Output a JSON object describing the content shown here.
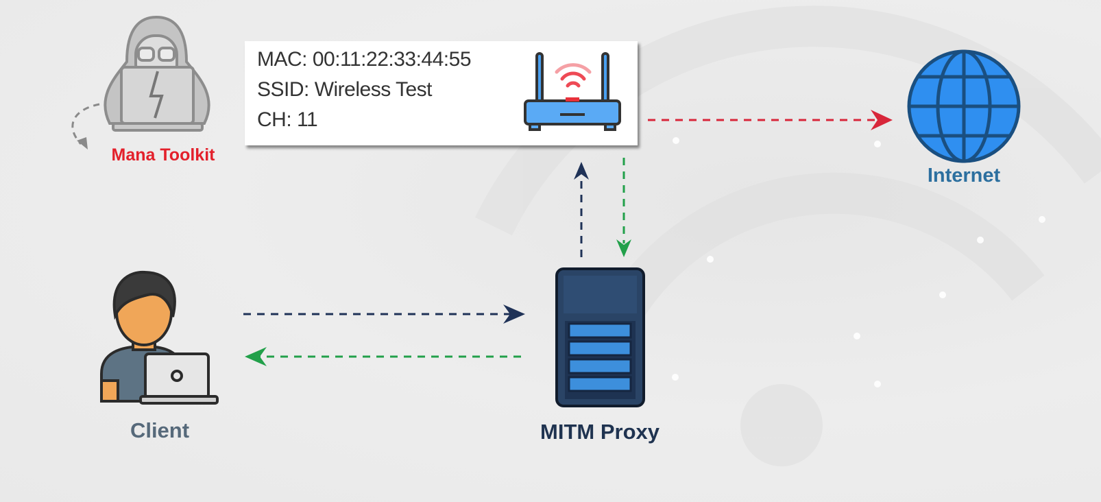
{
  "attacker": {
    "label": "Mana Toolkit",
    "icon": "hacker-icon"
  },
  "access_point": {
    "mac": "MAC: 00:11:22:33:44:55",
    "ssid": "SSID: Wireless Test",
    "channel": "CH: 11",
    "icon": "router-icon"
  },
  "internet": {
    "label": "Internet",
    "icon": "globe-icon"
  },
  "proxy": {
    "label": "MITM Proxy",
    "icon": "server-icon"
  },
  "client": {
    "label": "Client",
    "icon": "user-laptop-icon"
  },
  "colors": {
    "attacker_label": "#e3202b",
    "internet_label": "#2c6f9f",
    "proxy_label": "#1f3350",
    "client_label": "#56697a",
    "arrow_red": "#d8263a",
    "arrow_navy": "#1f3257",
    "arrow_green": "#22a04a"
  }
}
